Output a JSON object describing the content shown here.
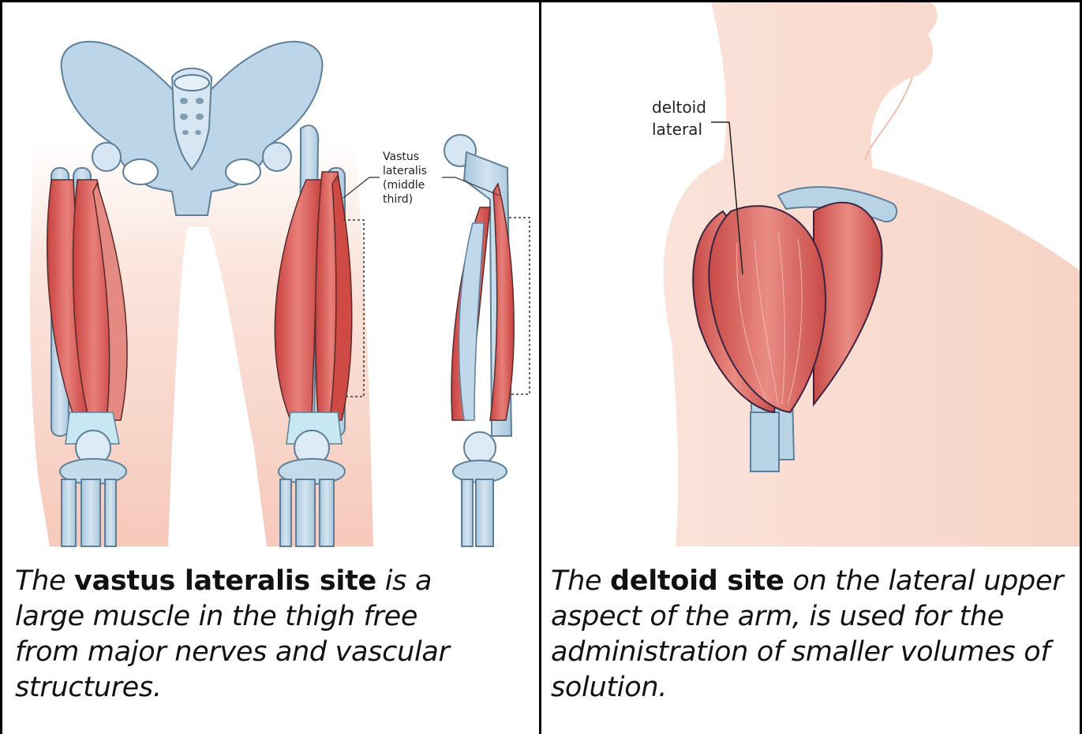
{
  "left_panel": {
    "label_lines": [
      "Vastus",
      "lateralis",
      "(middle",
      "third)"
    ],
    "caption": {
      "prefix": "The ",
      "bold": "vastus lateralis site",
      "suffix": " is a large muscle in the thigh free from major nerves and vascular structures."
    }
  },
  "right_panel": {
    "label_lines": [
      "deltoid",
      "lateral"
    ],
    "caption": {
      "prefix": "The ",
      "bold": "deltoid site",
      "suffix": " on the lateral upper aspect of the arm, is used for the administration of smaller volumes of solution."
    }
  },
  "colors": {
    "bone": "#b9d3e6",
    "bone_outline": "#5f7f98",
    "muscle": "#d9534f",
    "muscle_light": "#ec8f86",
    "skin": "#f8d8ce",
    "skin_light": "#fdeee8"
  }
}
